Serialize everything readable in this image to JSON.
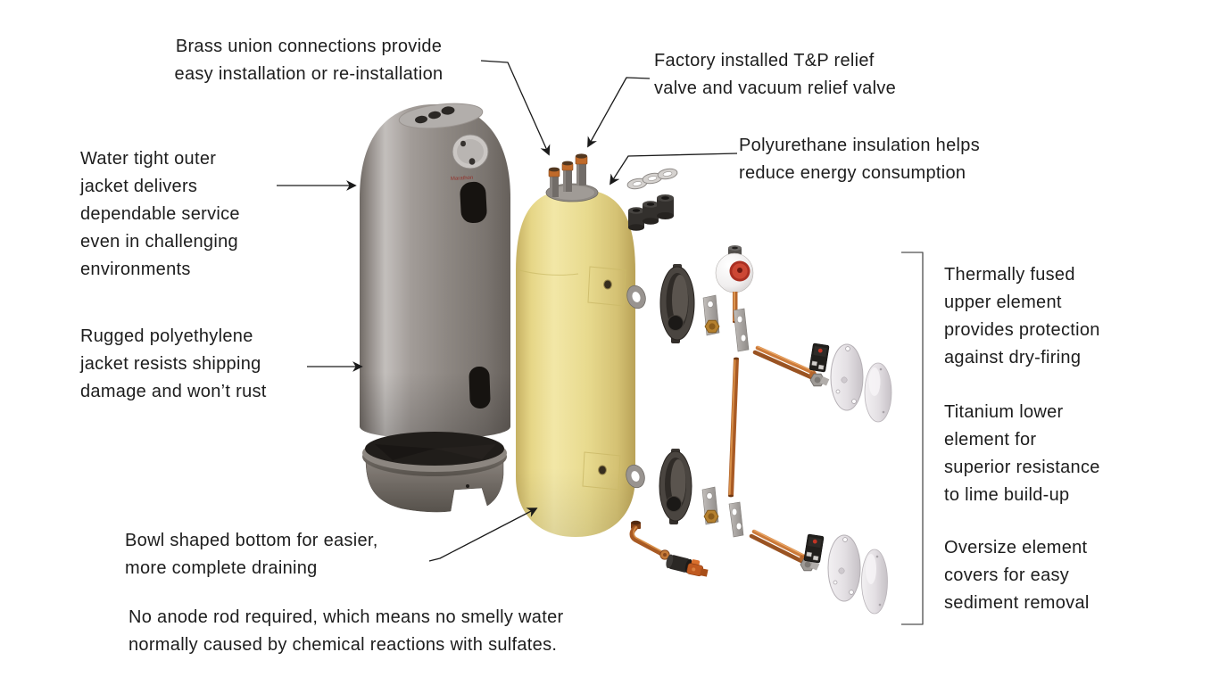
{
  "logo": {
    "text": "Marathon"
  },
  "labels": {
    "brass_union": {
      "lines": [
        "Brass union connections provide",
        "easy installation or re-installation"
      ]
    },
    "factory_tp": {
      "lines": [
        "Factory installed T&P relief",
        "valve and vacuum relief valve"
      ]
    },
    "water_tight": {
      "lines": [
        "Water tight outer",
        "jacket delivers",
        "dependable service",
        "even in challenging",
        "environments"
      ]
    },
    "polyurethane": {
      "lines": [
        "Polyurethane insulation helps",
        "reduce energy consumption"
      ]
    },
    "rugged_poly": {
      "lines": [
        "Rugged polyethylene",
        "jacket resists shipping",
        "damage and won’t rust"
      ]
    },
    "thermally_fused": {
      "lines": [
        "Thermally fused",
        "upper element",
        "provides protection",
        "against dry-firing"
      ]
    },
    "titanium_lower": {
      "lines": [
        "Titanium lower",
        "element for",
        "superior resistance",
        "to lime build-up"
      ]
    },
    "bowl_shaped": {
      "lines": [
        "Bowl shaped bottom for easier,",
        "more complete draining"
      ]
    },
    "oversize_covers": {
      "lines": [
        "Oversize element",
        "covers for easy",
        "sediment removal"
      ]
    },
    "no_anode": {
      "lines": [
        "No anode rod required, which means no smelly water",
        "normally caused by chemical reactions with sulfates."
      ]
    }
  },
  "colors": {
    "background": "#ffffff",
    "text": "#1d1d1d",
    "jacket_gray": "#8f8a86",
    "insulation_yellow": "#e9dc8f",
    "copper": "#b5662c",
    "valve_red": "#c23424",
    "cover_white": "#e4e0e4"
  }
}
